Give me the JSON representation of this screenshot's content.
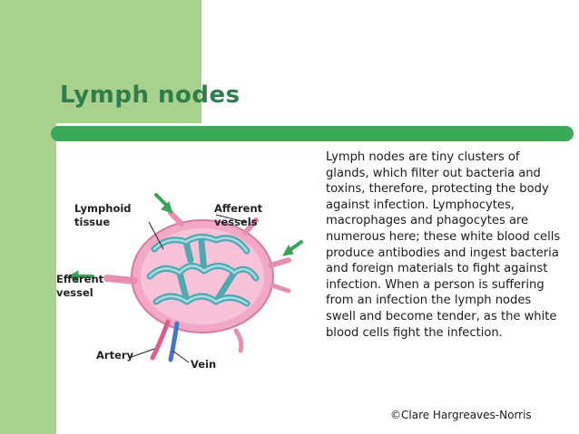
{
  "slide": {
    "title": "Lymph nodes",
    "body": "Lymph nodes are tiny clusters of glands, which filter out bacteria and toxins, therefore, protecting the body against infection. Lymphocytes, macrophages and phagocytes are numerous here; these white blood cells produce antibodies and ingest bacteria and foreign materials to fight against infection. When a person is suffering from an infection the lymph nodes swell and become tender, as the white blood cells fight the infection.",
    "credit": "©Clare Hargreaves-Norris"
  },
  "diagram": {
    "labels": {
      "lymphoid_1": "Lymphoid",
      "lymphoid_2": "tissue",
      "afferent_1": "Afferent",
      "afferent_2": "vessels",
      "efferent_1": "Efferent",
      "efferent_2": "vessel",
      "artery": "Artery",
      "vein": "Vein"
    }
  },
  "colors": {
    "accent_green": "#a9d18e",
    "bar_green": "#3aaa5a",
    "title_green": "#2e7d4a",
    "node_pink": "#f3a9c6",
    "tissue_teal": "#6fc2c8"
  }
}
